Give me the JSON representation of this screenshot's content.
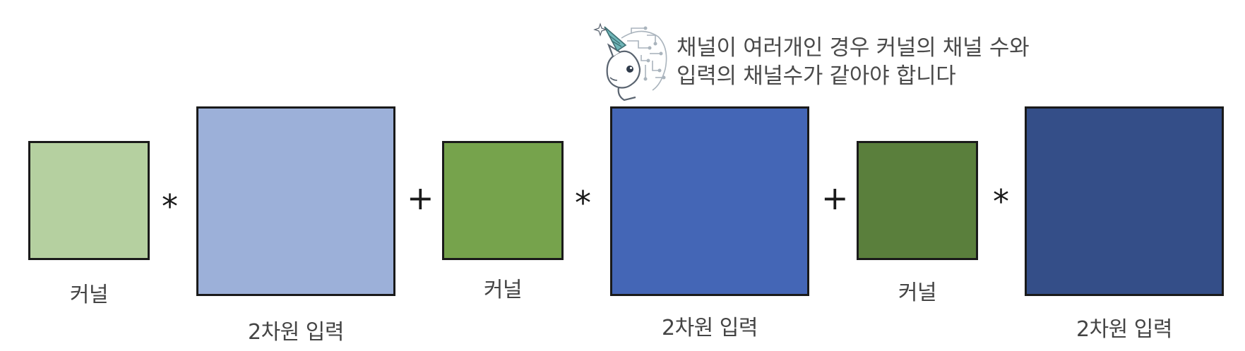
{
  "note": {
    "line1": "채널이 여러개인 경우 커널의 채널 수와",
    "line2": "입력의 채널수가 같아야 합니다"
  },
  "groups": [
    {
      "kernel_label": "커널",
      "kernel_color": "#b5d0a0",
      "input_label": "2차원 입력",
      "input_color": "#9cb0d9"
    },
    {
      "kernel_label": "커널",
      "kernel_color": "#76a34c",
      "input_label": "2차원 입력",
      "input_color": "#4466b6"
    },
    {
      "kernel_label": "커널",
      "kernel_color": "#5a7f3c",
      "input_label": "2차원 입력",
      "input_color": "#344e88"
    }
  ],
  "operators": {
    "multiply": "*",
    "plus": "+"
  },
  "mascot_icon": "unicorn-mascot-icon"
}
